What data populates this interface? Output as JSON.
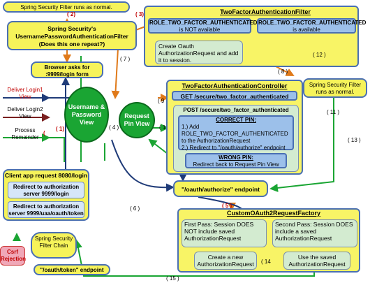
{
  "labels": {
    "spring_runs_top": "Spring Security Filter runs as normal.",
    "spring_up_filter": "Spring Security's UsernamePasswordAuthenticationFilter (Does this one repeat?)",
    "browser_asks": "Browser asks for :9999/login form",
    "legend_login1": "Deliver Login1 View",
    "legend_login2": "Deliver Login2 View",
    "legend_process": "Process Remainder",
    "username_view": "Username & Password View",
    "request_pin_view": "Request Pin View",
    "client_app_title": "Client app request 8080/login",
    "redirect_login": "Redirect to authorization server 9999/login",
    "redirect_token": "Redirect to authorization server 9999/uaa/oauth/token",
    "spring_chain": "Spring Security Filter Chain",
    "csrf": "Csrf Rejection",
    "oauth_token_endpoint": "\"/oauth/token\" endpoint",
    "tfa_filter_title": "TwoFactorAuthenticationFilter",
    "role_not_1": "ROLE_TWO_FACTOR_AUTHENTICATED",
    "role_not_2": "is NOT available",
    "role_is_1": "ROLE_TWO_FACTOR_AUTHENTICATED",
    "role_is_2": "is available",
    "create_oauth": "Create Oauth AuthorizationRequest and add it to session.",
    "spring_runs_right": "Spring Security Filter runs as normal.",
    "tfa_controller_title": "TwoFactorAuthenticationController",
    "get_endpoint": "GET /secure/two_factor_authenticated",
    "post_endpoint": "POST /secure/two_factor_authenticated",
    "correct_pin": "CORRECT PIN:",
    "correct_pin_1": "1.) Add ROLE_TWO_FACTOR_AUTHENTICATED to the AuthorizationRequest",
    "correct_pin_2": "2.) Redirect to \"/oauth/authorize\" endpoint",
    "wrong_pin": "WRONG PIN:",
    "wrong_pin_1": "Redirect back to Request Pin View",
    "oauth_authorize_endpoint": "\"/oauth/authorize\" endpoint",
    "factory_title": "CustomOAuth2RequestFactory",
    "first_pass": "First Pass: Session DOES NOT include saved AuthorizationRequest",
    "second_pass": "Second Pass: Session DOES include a saved AuthorizationRequest",
    "create_new": "Create a new AuthorizationRequest",
    "use_saved": "Use the saved AuthorizationRequest"
  },
  "steps": {
    "s1": "( 1)",
    "s2": "( 2)",
    "s3": "( 3)",
    "s4": "( 4 )",
    "s5": "( 5 )",
    "s6": "( 6 )",
    "s7": "( 7 )",
    "s8": "( 8 )",
    "s9": "( 9",
    "s10": "( 10",
    "s11": "( 11 )",
    "s12": "( 12 )",
    "s13": "( 13 )",
    "s14": "( 14",
    "s15": "( 15 )"
  },
  "colors": {
    "login1": "#1f3b78",
    "login2": "#7a1f1f",
    "process": "#1aa533",
    "orange": "#e07a1a",
    "yellow": "#f6f35a",
    "blue_border": "#4a6fb3"
  }
}
